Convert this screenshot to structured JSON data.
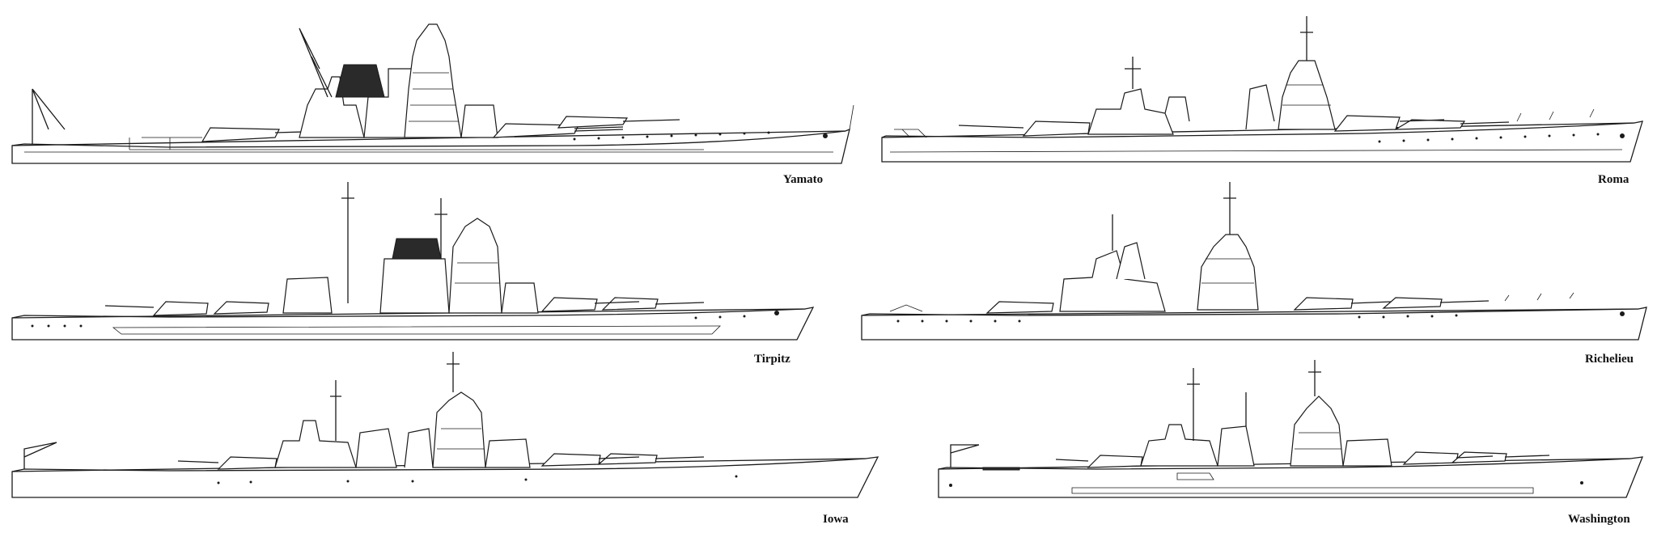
{
  "ships": [
    {
      "id": "yamato",
      "name": "Yamato"
    },
    {
      "id": "roma",
      "name": "Roma"
    },
    {
      "id": "tirpitz",
      "name": "Tirpitz"
    },
    {
      "id": "richelieu",
      "name": "Richelieu"
    },
    {
      "id": "iowa",
      "name": "Iowa"
    },
    {
      "id": "washington",
      "name": "Washington"
    }
  ]
}
